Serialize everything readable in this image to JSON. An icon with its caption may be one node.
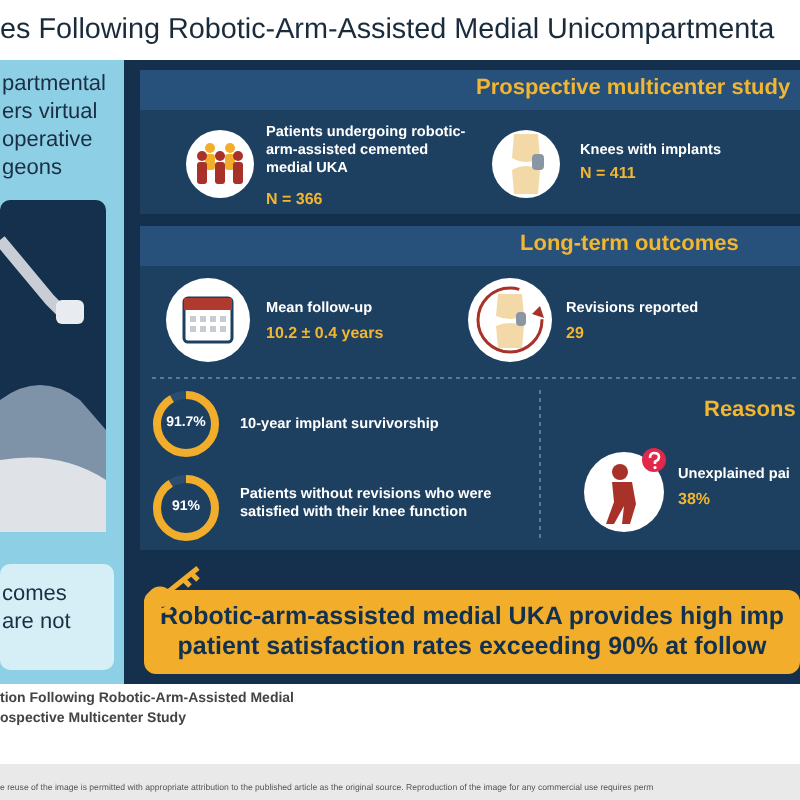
{
  "diagram": {
    "title": "es Following Robotic-Arm-Assisted Medial Unicompartmenta",
    "nodes": [
      {
        "text": [
          "partmental ers virtual operative geons"
        ]
      },
      {
        "text": [
          "comes are not"
        ],
        "in": 0
      },
      {
        "text": [
          "Prospective multicenter study"
        ]
      },
      {
        "text": [
          "Patients undergoing robotic-arm-assisted cemented medial UKA",
          "N = 366"
        ],
        "in": 2
      },
      {
        "text": [
          "Knees with implants",
          "N = 411"
        ],
        "in": 2
      },
      {
        "text": [
          "Long-term outcomes"
        ]
      },
      {
        "text": [
          "Mean follow-up",
          "10.2 ± 0.4 years"
        ],
        "in": 5
      },
      {
        "text": [
          "Revisions reported",
          "29"
        ],
        "in": 5
      },
      {
        "text": [
          "91.7%",
          "10-year implant survivorship"
        ],
        "in": 5
      },
      {
        "text": [
          "91%",
          "Patients without revisions who were satisfied with their knee function"
        ],
        "in": 5
      },
      {
        "text": [
          "Reasons"
        ],
        "in": 5
      },
      {
        "text": [
          "Unexplained pai",
          "38%"
        ],
        "in": 10
      },
      {
        "text": [
          "Robotic-arm-assisted medial UKA provides high imp patient satisfaction rates exceeding 90% at follow"
        ]
      }
    ],
    "labels": [
      "tion Following Robotic-Arm-Assisted Medial",
      "ospective Multicenter Study",
      "e reuse of the image is permitted with appropriate attribution to the published article as the original source. Reproduction of the image for any commercial use requires perm"
    ]
  }
}
